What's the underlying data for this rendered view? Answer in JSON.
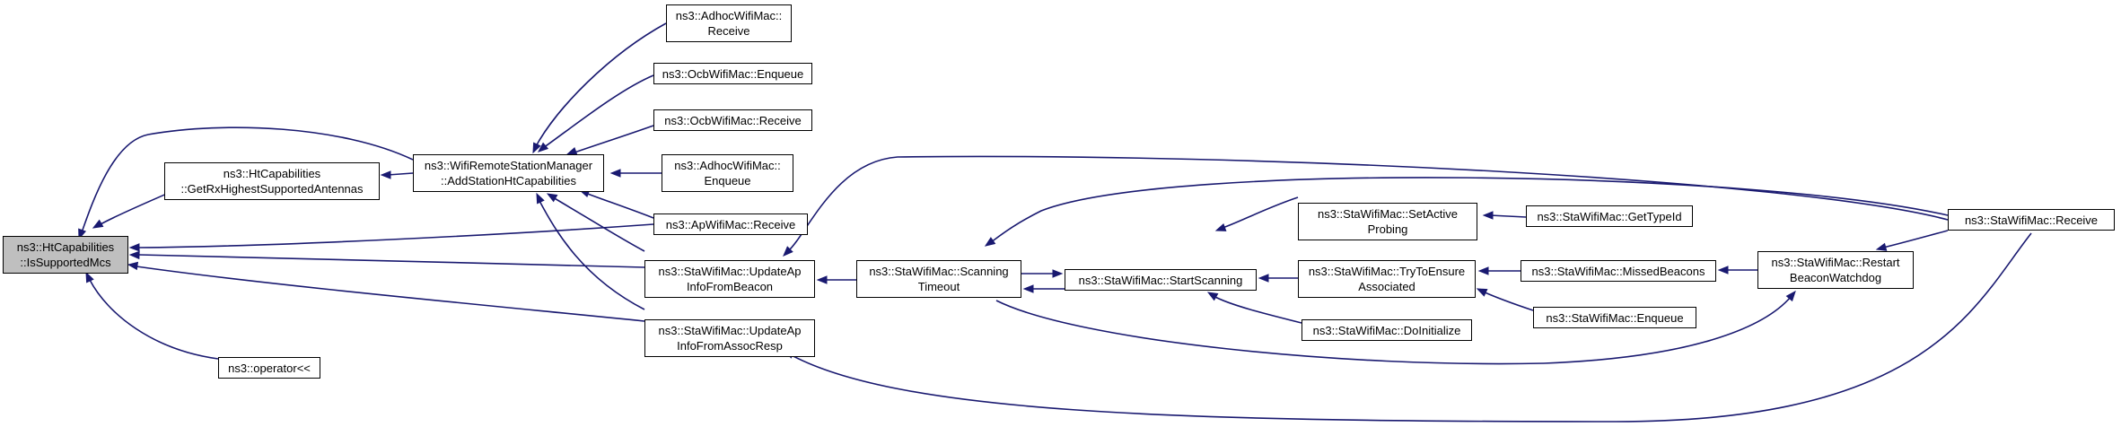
{
  "colors": {
    "edge": "#191970",
    "root_fill": "#bfbfbf",
    "node_fill": "#ffffff"
  },
  "nodes": {
    "is_supported_mcs": "ns3::HtCapabilities\n::IsSupportedMcs",
    "get_rx_highest_supported_antennas": "ns3::HtCapabilities\n::GetRxHighestSupportedAntennas",
    "operator_lshift": "ns3::operator<<",
    "add_station_ht_capabilities": "ns3::WifiRemoteStationManager\n::AddStationHtCapabilities",
    "adhoc_receive": "ns3::AdhocWifiMac::\nReceive",
    "ocb_enqueue": "ns3::OcbWifiMac::Enqueue",
    "ocb_receive": "ns3::OcbWifiMac::Receive",
    "adhoc_enqueue": "ns3::AdhocWifiMac::\nEnqueue",
    "ap_receive": "ns3::ApWifiMac::Receive",
    "update_ap_info_from_beacon": "ns3::StaWifiMac::UpdateAp\nInfoFromBeacon",
    "update_ap_info_from_assoc_resp": "ns3::StaWifiMac::UpdateAp\nInfoFromAssocResp",
    "scanning_timeout": "ns3::StaWifiMac::Scanning\nTimeout",
    "start_scanning": "ns3::StaWifiMac::StartScanning",
    "set_active_probing": "ns3::StaWifiMac::SetActive\nProbing",
    "try_to_ensure_associated": "ns3::StaWifiMac::TryToEnsure\nAssociated",
    "do_initialize": "ns3::StaWifiMac::DoInitialize",
    "get_type_id": "ns3::StaWifiMac::GetTypeId",
    "missed_beacons": "ns3::StaWifiMac::MissedBeacons",
    "sta_enqueue": "ns3::StaWifiMac::Enqueue",
    "restart_beacon_watchdog": "ns3::StaWifiMac::Restart\nBeaconWatchdog",
    "sta_receive": "ns3::StaWifiMac::Receive"
  }
}
